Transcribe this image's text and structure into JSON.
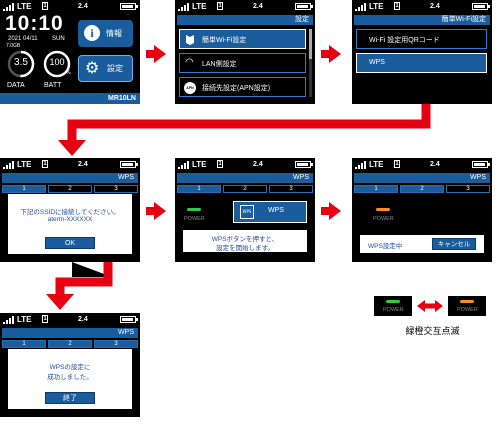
{
  "status": {
    "network": "LTE",
    "sim": "1",
    "band": "2.4"
  },
  "home": {
    "time": "10:10",
    "date": "2021 04/11",
    "day": "SUN",
    "data_unit": "7.0GB",
    "data_value": "3.5",
    "data_label": "DATA",
    "batt_value": "100",
    "batt_unit": "%",
    "batt_label": "BATT",
    "info_label": "情報",
    "settings_label": "設定",
    "model": "MR10LN"
  },
  "settings_menu": {
    "title": "設定",
    "items": [
      "簡単Wi-Fi設定",
      "LAN側設定",
      "接続先設定(APN設定)"
    ],
    "apn_icon": "APN"
  },
  "easy_wifi_menu": {
    "title": "簡単Wi-Fi設定",
    "items": [
      "Wi-Fi 設定用QRコード",
      "WPS"
    ]
  },
  "wps": {
    "title": "WPS",
    "steps": [
      "1",
      "2",
      "3"
    ],
    "step1_msg": "下記のSSIDに接続してください。",
    "step1_ssid": "aterm-XXXXXX",
    "ok": "OK",
    "power_label": "POWER",
    "wps_button": "WPS",
    "wps_icon": "WPS",
    "step2_msg_1": "WPSボタンを押すと、",
    "step2_msg_2": "設定を開始します。",
    "step3_msg": "WPS設定中",
    "cancel": "キャンセル",
    "done_msg_1": "WPSの設定に",
    "done_msg_2": "成功しました。",
    "done_btn": "終了"
  },
  "legend": {
    "power_label": "POWER",
    "caption": "緑橙交互点滅"
  },
  "colors": {
    "accent": "#1a5c9c",
    "arrow": "#e60012",
    "led_green": "#2ecc40",
    "led_orange": "#ff8c1a"
  }
}
